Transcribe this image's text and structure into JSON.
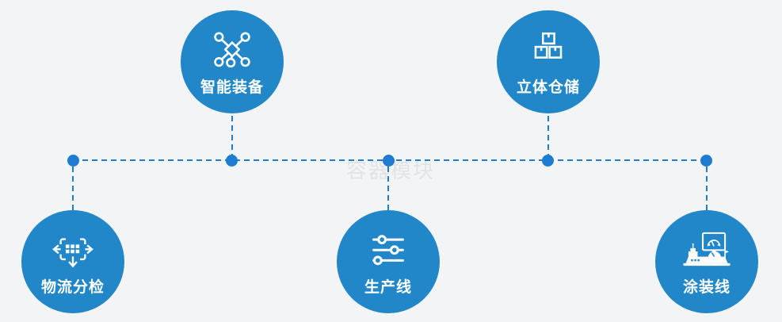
{
  "diagram": {
    "title_hint": "factory intelligent manufacturing modules map",
    "watermark": {
      "text": "容器模块"
    },
    "nodes": [
      {
        "label": "智能装备",
        "icon": "network-nodes-icon",
        "row": "top"
      },
      {
        "label": "立体仓储",
        "icon": "stacked-boxes-icon",
        "row": "top"
      },
      {
        "label": "物流分检",
        "icon": "sort-distribute-icon",
        "row": "bottom"
      },
      {
        "label": "生产线",
        "icon": "sliders-icon",
        "row": "bottom"
      },
      {
        "label": "涂装线",
        "icon": "control-console-icon",
        "row": "bottom"
      }
    ],
    "connector": {
      "style": "dashed",
      "junction_dots": 5
    },
    "colors": {
      "background": "#f3f4f5",
      "node_circle": "#2287c8",
      "connector_line": "#1e7dce",
      "junction_dot": "#1d7cd1",
      "label_text": "#ffffff",
      "watermark_text": "#e2e3e5"
    }
  }
}
